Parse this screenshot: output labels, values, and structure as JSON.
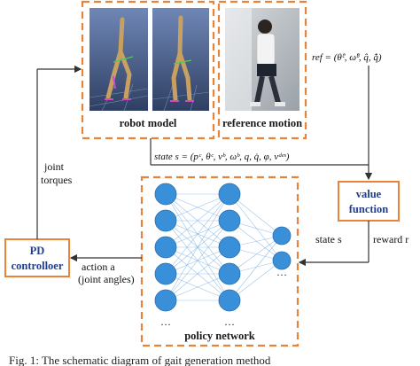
{
  "boxes": {
    "robot_model": "robot model",
    "reference_motion": "reference motion",
    "value_function_line1": "value",
    "value_function_line2": "function",
    "pd_line1": "PD",
    "pd_line2": "controlloer",
    "policy_network": "policy network"
  },
  "labels": {
    "ref": "ref = (θ̂ᶜ, ω̂ᵇ, q̂, q̇̂)",
    "state_full": "state s = (pᶜ, θᶜ, vᵇ, ωᵇ, q, q̇, φ, vᵈᵉˢ)",
    "joint_torques_line1": "joint",
    "joint_torques_line2": "torques",
    "state_s": "state s",
    "reward_r": "reward r",
    "action_line1": "action a",
    "action_line2": "(joint angles)",
    "ellipsis_a": "···",
    "ellipsis_b": "···",
    "ellipsis_c": "···"
  },
  "caption": "Fig. 1: The schematic diagram of gait generation method",
  "colors": {
    "orange": "#e8833a",
    "blue_text": "#1f3d8f",
    "node_blue": "#3a8fd9"
  }
}
